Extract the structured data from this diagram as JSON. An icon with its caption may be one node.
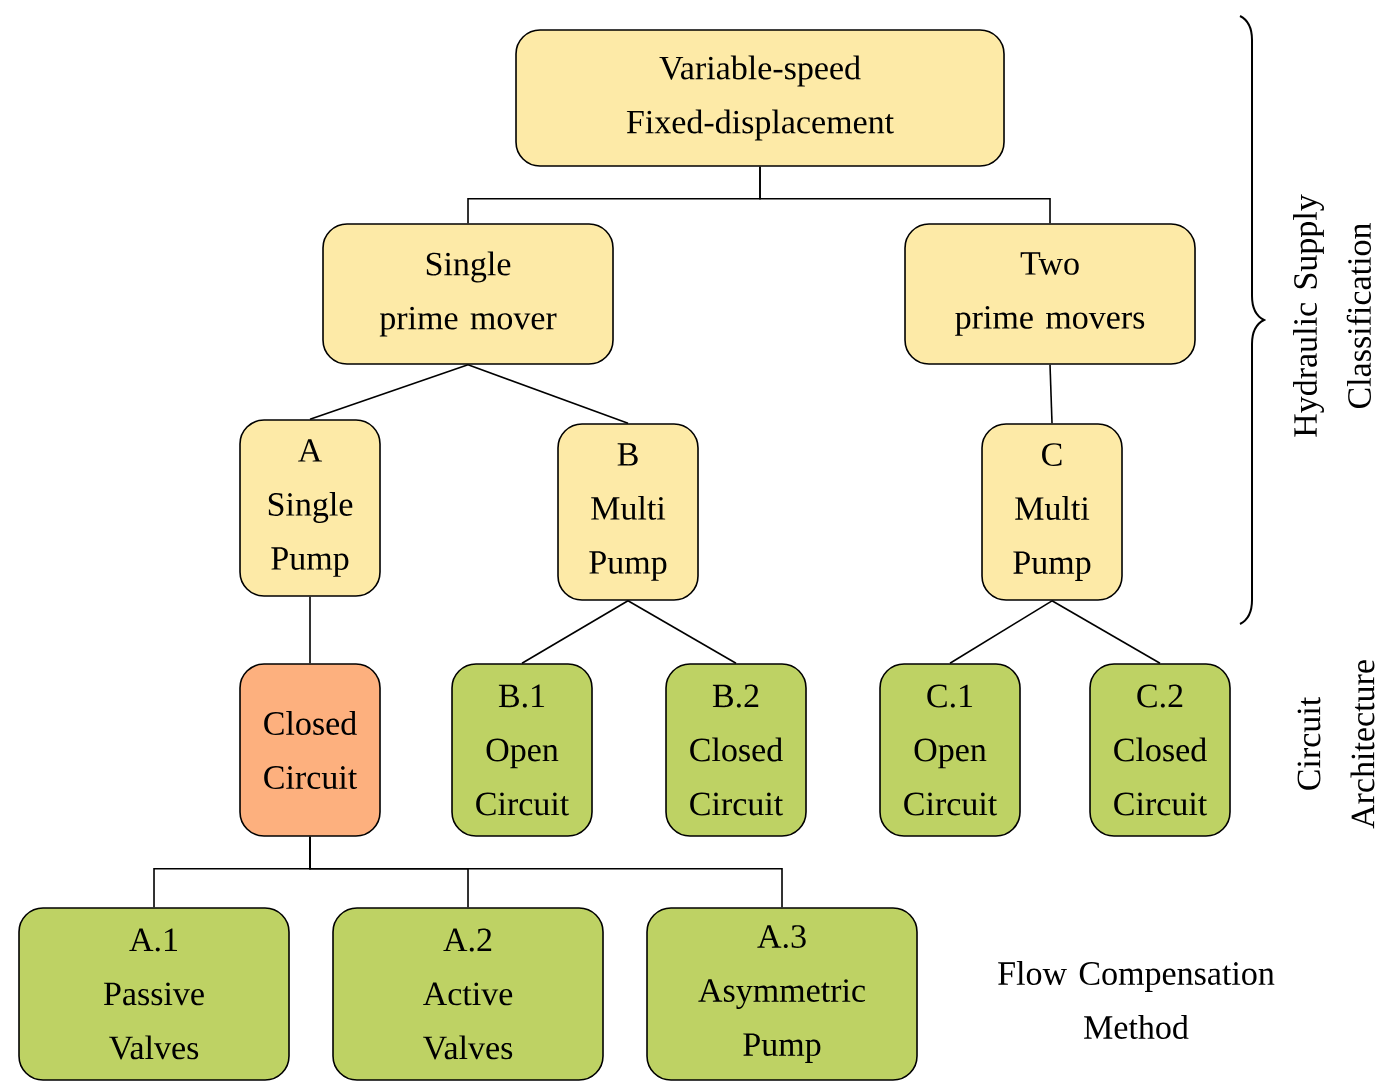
{
  "diagram": {
    "nodes": [
      {
        "text": [
          "Variable-speed",
          "Fixed-displacement"
        ]
      },
      {
        "text": [
          "Single",
          "prime mover"
        ]
      },
      {
        "text": [
          "Two",
          "prime movers"
        ]
      },
      {
        "text": [
          "A",
          "Single Pump"
        ]
      },
      {
        "text": [
          "B",
          "Multi Pump"
        ]
      },
      {
        "text": [
          "C",
          "Multi Pump"
        ]
      },
      {
        "text": [
          "Closed Circuit"
        ]
      },
      {
        "text": [
          "B.1",
          "Open Circuit"
        ]
      },
      {
        "text": [
          "B.2",
          "Closed Circuit"
        ]
      },
      {
        "text": [
          "C.1",
          "Open Circuit"
        ]
      },
      {
        "text": [
          "C.2",
          "Closed Circuit"
        ]
      },
      {
        "text": [
          "A.1",
          "Passive Valves"
        ]
      },
      {
        "text": [
          "A.2",
          "Active Valves"
        ]
      },
      {
        "text": [
          "A.3",
          "Asymmetric Pump"
        ]
      }
    ],
    "edges": [
      {
        "from": 0,
        "to": 1,
        "arrow": "none"
      },
      {
        "from": 0,
        "to": 2,
        "arrow": "none"
      },
      {
        "from": 1,
        "to": 3,
        "arrow": "none"
      },
      {
        "from": 1,
        "to": 4,
        "arrow": "none"
      },
      {
        "from": 2,
        "to": 5,
        "arrow": "none"
      },
      {
        "from": 3,
        "to": 6,
        "arrow": "none"
      },
      {
        "from": 4,
        "to": 7,
        "arrow": "none"
      },
      {
        "from": 4,
        "to": 8,
        "arrow": "none"
      },
      {
        "from": 5,
        "to": 9,
        "arrow": "none"
      },
      {
        "from": 5,
        "to": 10,
        "arrow": "none"
      },
      {
        "from": 6,
        "to": 11,
        "arrow": "none"
      },
      {
        "from": 6,
        "to": 12,
        "arrow": "none"
      },
      {
        "from": 6,
        "to": 13,
        "arrow": "none"
      }
    ],
    "labels": [
      "Hydraulic Supply Classification",
      "Circuit Architecture",
      "Flow Compensation Method"
    ]
  }
}
